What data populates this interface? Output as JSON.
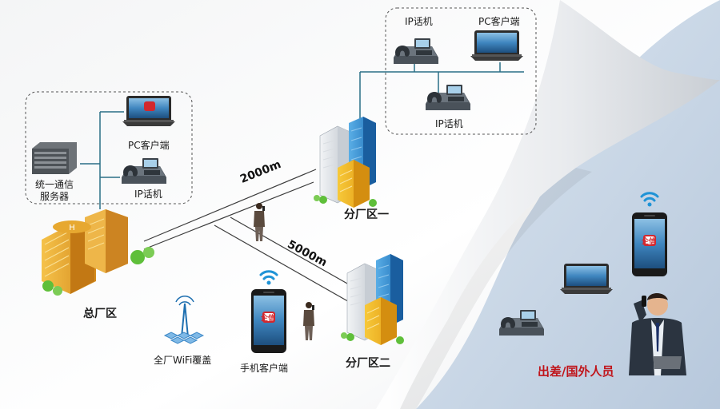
{
  "hq": {
    "pc_label": "PC客户端",
    "server_label_line1": "统一通信",
    "server_label_line2": "服务器",
    "phone_label": "IP话机",
    "site_label": "总厂区"
  },
  "branch1": {
    "phone_top_label": "IP话机",
    "pc_label": "PC客户端",
    "phone_bottom_label": "IP话机",
    "site_label": "分厂区一",
    "distance": "2000m"
  },
  "branch2": {
    "site_label": "分厂区二",
    "distance": "5000m"
  },
  "wifi_label": "全厂WiFi覆盖",
  "mobile_label": "手机客户端",
  "app_icon_text": "企信",
  "remote_label": "出差/国外人员",
  "colors": {
    "network_line": "#2a6f86",
    "wire": "#3c3c3c",
    "remote_label": "#c0141a",
    "wifi_arc": "#1f93d6",
    "page_curl_blue": "#cfdceb"
  },
  "icons": [
    "laptop-icon",
    "ip-phone-icon",
    "server-rack-icon",
    "building-icon",
    "office-tower-icon",
    "smartphone-icon",
    "wifi-icon",
    "wifi-tower-icon",
    "person-icon",
    "businessman-icon"
  ]
}
